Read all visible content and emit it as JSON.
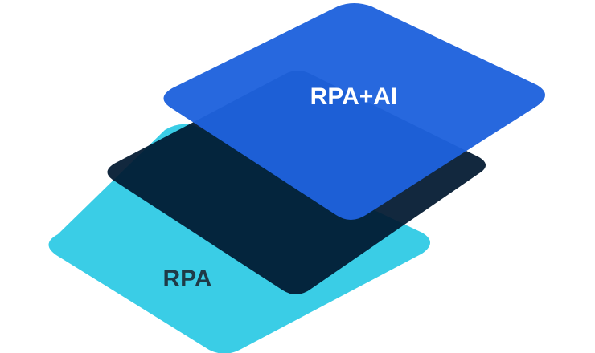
{
  "layers": [
    {
      "id": "bottom",
      "label": "RPA",
      "color": "#3ACDE6",
      "text_color": "#1F3A47"
    },
    {
      "id": "middle",
      "label": "",
      "color": "#00182F"
    },
    {
      "id": "top",
      "label": "RPA+AI",
      "color": "#1E62DD",
      "text_color": "#FFFFFF"
    }
  ]
}
